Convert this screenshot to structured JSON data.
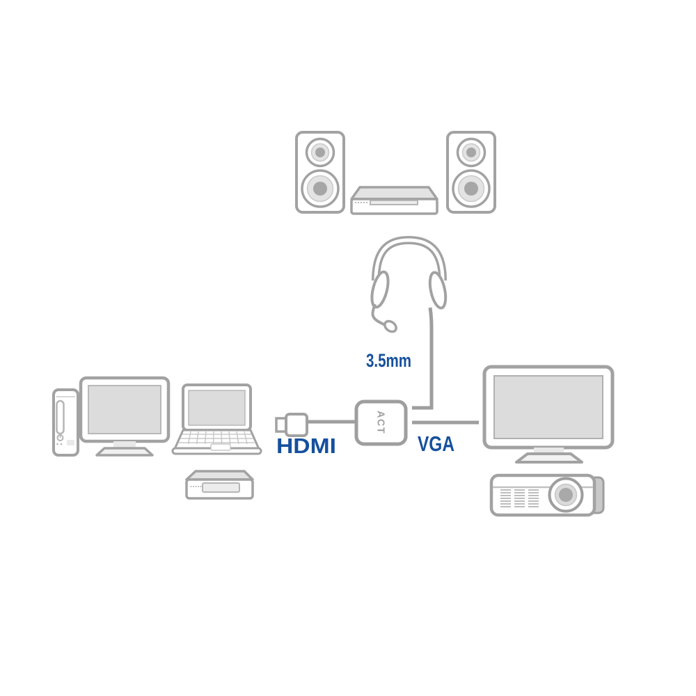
{
  "diagram": {
    "labels": {
      "hdmi": "HDMI",
      "vga": "VGA",
      "audio_jack": "3.5mm",
      "adapter_brand": "ACT"
    },
    "colors": {
      "outline_gray": "#a2a2a2",
      "cable_gray": "#9e9e9e",
      "screen_fill": "#dcdcdc",
      "panel_fill": "#e3e3e3",
      "speaker_center_gray": "#a6a6a6",
      "label_blue": "#15509d",
      "brand_gray": "#a0a0a0",
      "background": "#ffffff"
    },
    "icons": [
      "speaker-left-icon",
      "dvd-player-icon",
      "speaker-right-icon",
      "headset-icon",
      "desktop-tower-icon",
      "monitor-left-icon",
      "laptop-icon",
      "media-player-icon",
      "hdmi-plug-icon",
      "adapter-icon",
      "audio-cable-icon",
      "vga-cable-icon",
      "monitor-right-icon",
      "projector-icon"
    ]
  }
}
